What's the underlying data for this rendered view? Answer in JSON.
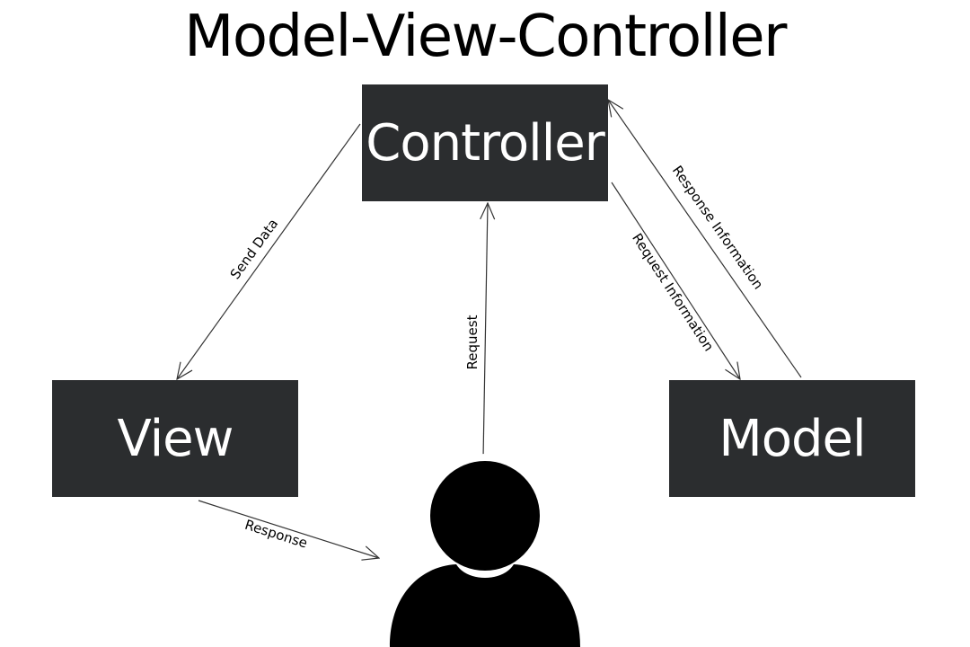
{
  "diagram": {
    "title": "Model-View-Controller",
    "colors": {
      "box_fill": "#2b2d2f",
      "box_text": "#ffffff",
      "line": "#333333",
      "user_icon": "#000000",
      "background": "#ffffff"
    },
    "nodes": {
      "controller": {
        "label": "Controller"
      },
      "view": {
        "label": "View"
      },
      "model": {
        "label": "Model"
      },
      "user": {
        "icon": "user-silhouette-icon"
      }
    },
    "edges": {
      "send_data": {
        "label": "Send Data",
        "from": "Controller",
        "to": "View"
      },
      "request": {
        "label": "Request",
        "from": "User",
        "to": "Controller"
      },
      "request_information": {
        "label": "Request Information",
        "from": "Controller",
        "to": "Model"
      },
      "response_information": {
        "label": "Response Information",
        "from": "Model",
        "to": "Controller"
      },
      "response": {
        "label": "Response",
        "from": "View",
        "to": "User"
      }
    }
  }
}
